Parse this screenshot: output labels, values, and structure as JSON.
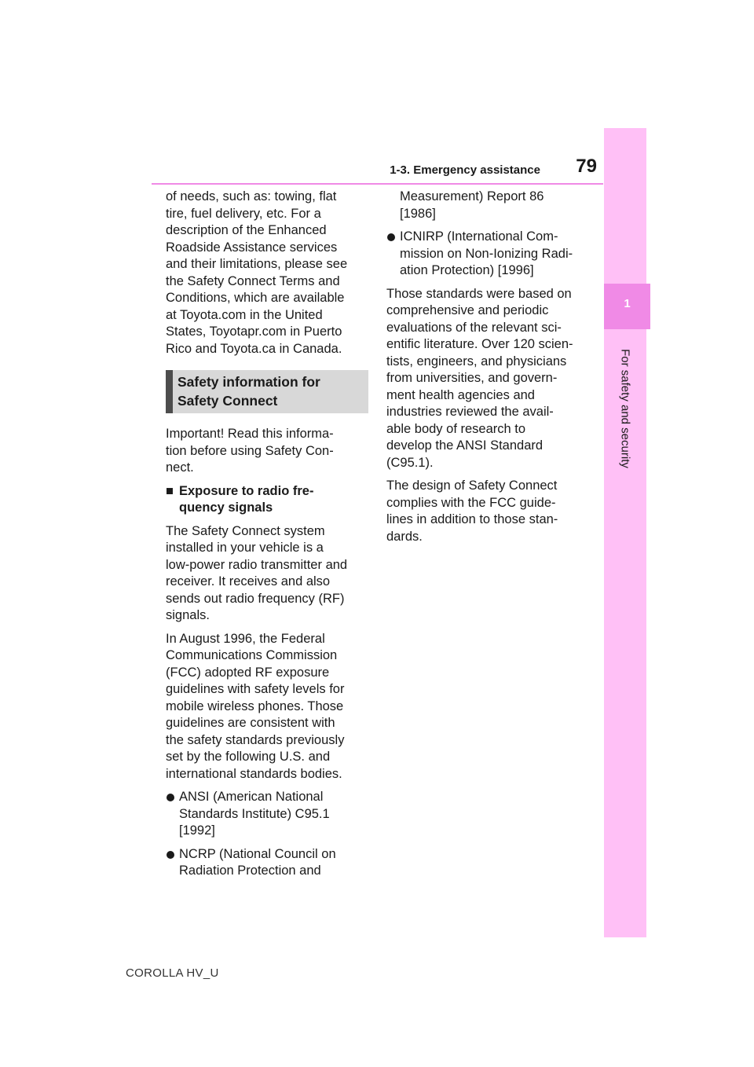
{
  "header": {
    "section": "1-3. Emergency assistance",
    "page_number": "79"
  },
  "side_tab": {
    "chapter_number": "1",
    "chapter_title": "For safety and security"
  },
  "left_column": {
    "intro_lines": [
      "of needs, such as: towing, flat",
      "tire, fuel delivery, etc. For a",
      "description of the Enhanced",
      "Roadside Assistance services",
      "and their limitations, please see",
      "the Safety Connect Terms and",
      "Conditions, which are available",
      "at Toyota.com in the United",
      "States, Toyotapr.com in Puerto",
      "Rico and Toyota.ca in Canada."
    ],
    "heading_lines": [
      "Safety information for",
      "Safety Connect"
    ],
    "important_lines": [
      "Important! Read this informa-",
      "tion before using Safety Con-",
      "nect."
    ],
    "subhead_marker": "■",
    "subhead_lines": [
      "Exposure to radio fre-",
      "quency signals"
    ],
    "system_lines": [
      "The Safety Connect system",
      "installed in your vehicle is a",
      "low-power radio transmitter and",
      "receiver. It receives and also",
      "sends out radio frequency (RF)",
      "signals."
    ],
    "history_lines": [
      "In August 1996, the Federal",
      "Communications Commission",
      "(FCC) adopted RF exposure",
      "guidelines with safety levels for",
      "mobile wireless phones. Those",
      "guidelines are consistent with",
      "the safety standards previously",
      "set by the following U.S. and",
      "international standards bodies."
    ],
    "bullet_ansi_lines": [
      "ANSI (American National",
      "Standards Institute) C95.1",
      "[1992]"
    ],
    "bullet_ncrp_lines": [
      "NCRP (National Council on",
      "Radiation Protection and"
    ]
  },
  "right_column": {
    "ncrp_cont_lines": [
      "Measurement) Report 86",
      "[1986]"
    ],
    "bullet_icnirp_lines": [
      "ICNIRP (International Com-",
      "mission on Non-Ionizing Radi-",
      "ation Protection) [1996]"
    ],
    "standards_lines": [
      "Those standards were based on",
      "comprehensive and periodic",
      "evaluations of the relevant sci-",
      "entific literature. Over 120 scien-",
      "tists, engineers, and physicians",
      "from universities, and govern-",
      "ment health agencies and",
      "industries reviewed the avail-",
      "able body of research to",
      "develop the ANSI Standard",
      "(C95.1)."
    ],
    "design_lines": [
      "The design of Safety Connect",
      "complies with the FCC guide-",
      "lines in addition to those stan-",
      "dards."
    ]
  },
  "footer": {
    "model": "COROLLA HV_U"
  },
  "colors": {
    "accent_pink": "#f08ae6",
    "tab_light_pink": "#ffc0f6",
    "heading_box_gray": "#d8d8d8",
    "heading_bar_dark": "#4d4d4d"
  }
}
